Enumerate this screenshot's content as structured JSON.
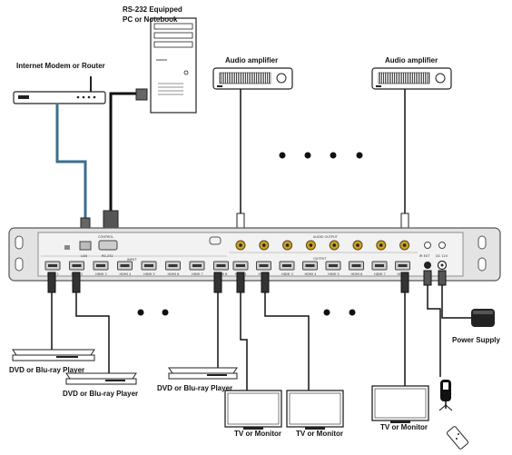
{
  "labels": {
    "pc": "RS-232 Equipped",
    "pc_line2": "PC or Notebook",
    "router": "Internet Modem or Router",
    "amp_left": "Audio amplifier",
    "amp_right": "Audio amplifier",
    "dvd1": "DVD or Blu-ray Player",
    "dvd2": "DVD or Blu-ray Player",
    "dvd3": "DVD or Blu-ray Player",
    "tv1": "TV or Monitor",
    "tv2": "TV or Monitor",
    "tv3": "TV or Monitor",
    "power": "Power Supply"
  },
  "panel": {
    "port_lan": "LAN",
    "port_rs232": "RS-232",
    "port_control": "CONTROL",
    "input_group": "INPUT",
    "output_group": "OUTPUT",
    "audio_out_group": "AUDIO OUTPUT",
    "ir_ext": "IR EXT",
    "dc": "DC 12V",
    "inputs": [
      "HDMI 1",
      "HDMI 2",
      "HDMI 3",
      "HDMI 4",
      "HDMI 5",
      "HDMI 6",
      "HDMI 7",
      "HDMI 8"
    ],
    "outputs": [
      "HDMI 1",
      "HDMI 2",
      "HDMI 3",
      "HDMI 4",
      "HDMI 5",
      "HDMI 6",
      "HDMI 7",
      "HDMI 8"
    ]
  },
  "colors": {
    "network_cable": "#3a6e8f",
    "cable": "#111111",
    "panel": "#e3e3e3",
    "gold": "#c9a227"
  }
}
